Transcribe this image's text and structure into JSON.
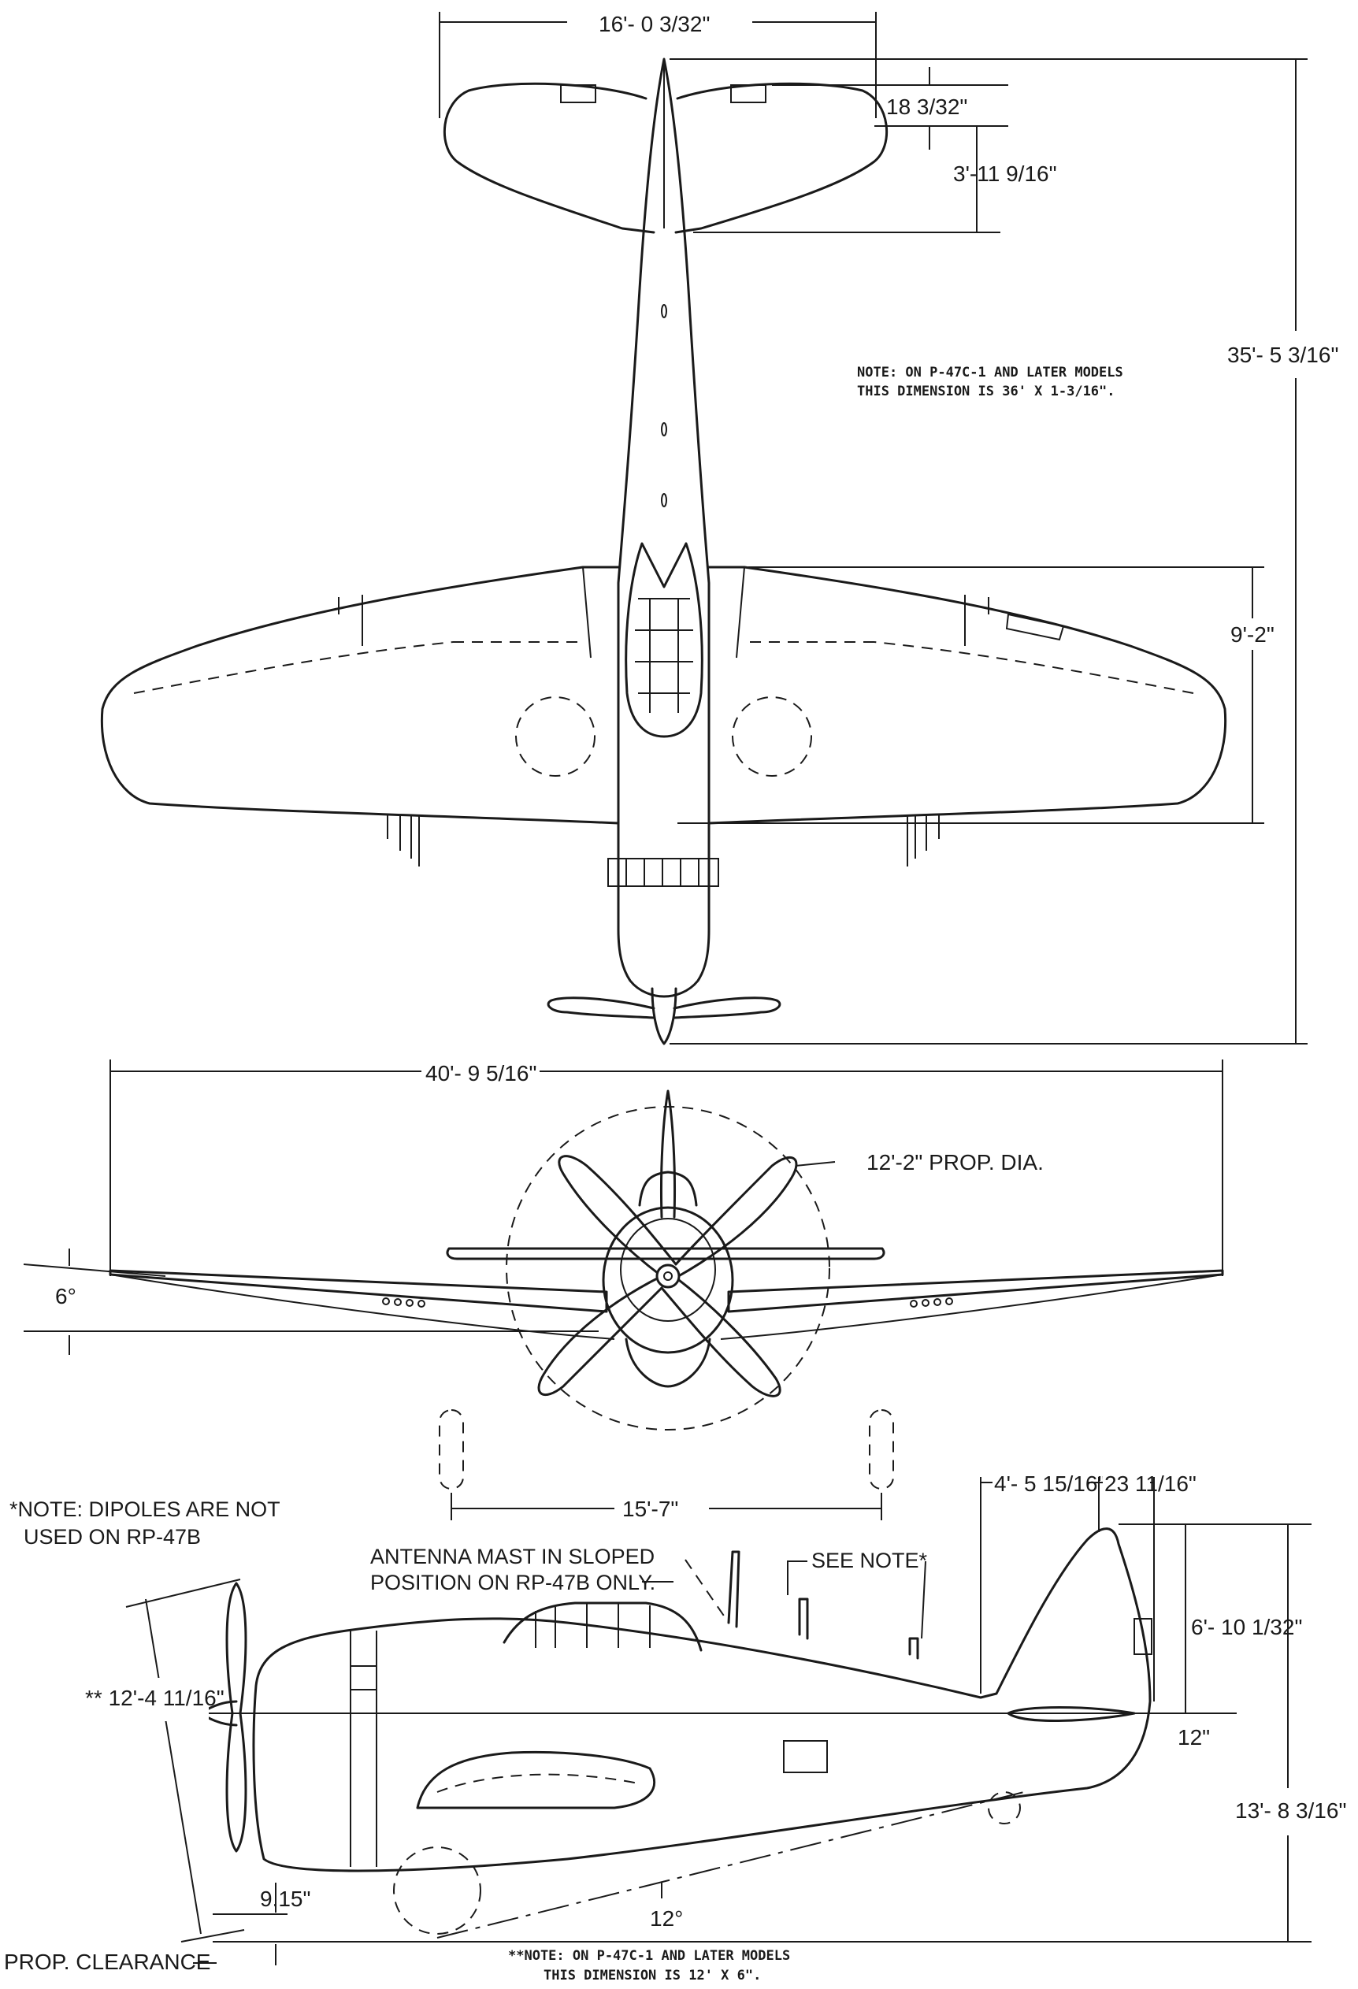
{
  "top_view": {
    "tail_span": "16'- 0 3/32\"",
    "tail_chord": "18 3/32\"",
    "tail_offset": "3'-11 9/16\"",
    "length": "35'- 5 3/16\"",
    "wing_chord": "9'-2\"",
    "note_line1": "NOTE:  ON P-47C-1 AND LATER MODELS",
    "note_line2": "THIS DIMENSION IS 36' X 1-3/16\"."
  },
  "front_view": {
    "wingspan": "40'- 9 5/16\"",
    "prop_dia": "12'-2\" PROP. DIA.",
    "dihedral": "6°",
    "tread": "15'-7\""
  },
  "side_view": {
    "dipole_note_line1": "*NOTE:  DIPOLES  ARE  NOT",
    "dipole_note_line2": "USED ON RP-47B",
    "antenna_line1": "ANTENNA MAST IN SLOPED",
    "antenna_line2": "POSITION ON RP-47B  ONLY.",
    "see_note": "SEE  NOTE*",
    "prop_diameter": "** 12'-4 11/16\"",
    "fin_offset": "4'- 5 15/16\"",
    "fin_chord": "23 11/16\"",
    "fin_height": "6'- 10 1/32\"",
    "stab_height": "12\"",
    "overall_height": "13'- 8 3/16\"",
    "ground_angle": "12°",
    "prop_clearance_value": "9.15\"",
    "prop_clearance_label": "PROP. CLEARANCE",
    "bottom_note_line1": "**NOTE:  ON P-47C-1 AND LATER MODELS",
    "bottom_note_line2": "THIS DIMENSION IS 12' X 6\"."
  }
}
